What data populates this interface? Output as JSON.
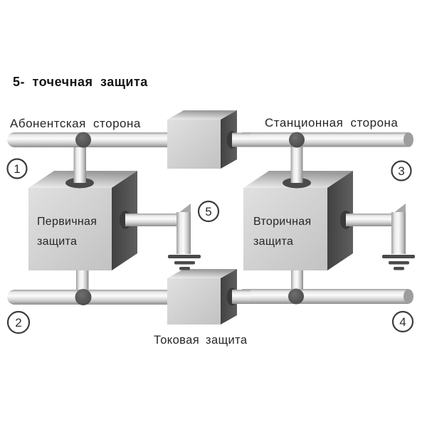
{
  "title": "5- точечная защита",
  "labels": {
    "subscriber_side": "Абонентская сторона",
    "station_side": "Станционная сторона",
    "current_protection": "Токовая защита"
  },
  "boxes": {
    "primary": {
      "line1": "Первичная",
      "line2": "защита"
    },
    "secondary": {
      "line1": "Вторичная",
      "line2": "защита"
    }
  },
  "points": {
    "p1": "1",
    "p2": "2",
    "p3": "3",
    "p4": "4",
    "p5": "5"
  },
  "colors": {
    "background": "#ffffff",
    "pipe_highlight": "#fbfbfb",
    "pipe_shadow": "#8c8c8c",
    "box_front": "#d2d2d2",
    "box_side_dark": "#4e4e4e",
    "junction_dot": "#4f4f4f",
    "text": "#262626"
  }
}
